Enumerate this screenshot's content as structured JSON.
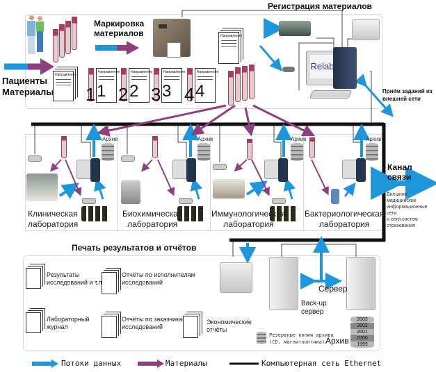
{
  "colors": {
    "data_flow": "#1e96dc",
    "materials": "#8e3f7e",
    "ethernet": "#111111"
  },
  "registration": {
    "title": "Регистрация материалов",
    "marking_title": "Маркировка материалов",
    "patients_label": "Пациенты",
    "materials_label": "Материалы",
    "referral_form_title": "Направление",
    "sample_numbers": [
      "1",
      "2",
      "3",
      "4"
    ],
    "monitor_brand": "Relab",
    "external_jobs_label": "Приём заданий из внешней сети"
  },
  "labs": [
    {
      "name_line1": "Клиническая",
      "name_line2": "лаборатория",
      "archive_label": "Архив"
    },
    {
      "name_line1": "Биохимическая",
      "name_line2": "лаборатория",
      "archive_label": "Архив"
    },
    {
      "name_line1": "Иммунологическая",
      "name_line2": "лаборатория",
      "archive_label": "Архив"
    },
    {
      "name_line1": "Бактериологическая",
      "name_line2": "лаборатория",
      "archive_label": "Архив"
    }
  ],
  "channel": {
    "title": "Канал связи",
    "description_line1": "Внешние медицинские",
    "description_line2": "информационные сети",
    "description_line3": "и сети систем страхования"
  },
  "printing": {
    "title": "Печать результатов и отчётов",
    "reports": [
      {
        "line1": "Результаты",
        "line2": "исследований и т.п."
      },
      {
        "line1": "Отчёты по исполнителям",
        "line2": "исследований"
      },
      {
        "line1": "Лабораторный",
        "line2": "журнал"
      },
      {
        "line1": "Отчёты по заказчикам",
        "line2": "исследований"
      },
      {
        "line1": "Экономические",
        "line2": "отчёты"
      }
    ]
  },
  "servers": {
    "server_label": "Сервер",
    "backup_label_line1": "Back-up",
    "backup_label_line2": "сервер",
    "archive_label": "Архив",
    "backup_copies_line1": "Резервные копии архива",
    "backup_copies_line2": "(CD, магнитооптика)",
    "archive_years": [
      "2003",
      "2002",
      "2001",
      "2000",
      "1999"
    ]
  },
  "legend": {
    "data_flows": "Потоки данных",
    "materials": "Материалы",
    "ethernet": "Компьютерная сеть Ethernet"
  }
}
